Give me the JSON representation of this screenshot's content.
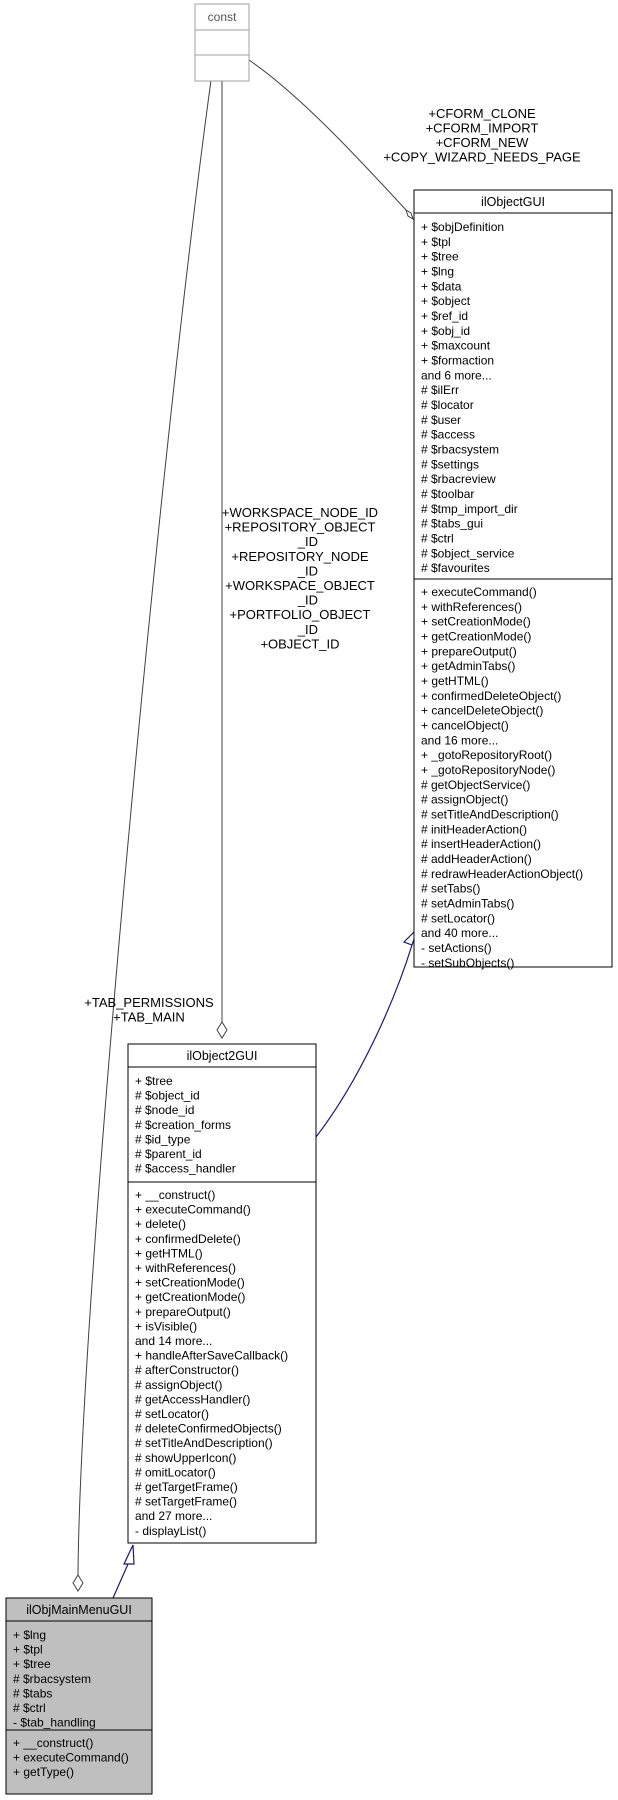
{
  "const_box": {
    "title": "const"
  },
  "classes": {
    "ilObjectGUI": {
      "title": "ilObjectGUI",
      "attributes": [
        "+ $objDefinition",
        "+ $tpl",
        "+ $tree",
        "+ $lng",
        "+ $data",
        "+ $object",
        "+ $ref_id",
        "+ $obj_id",
        "+ $maxcount",
        "+ $formaction",
        "and 6 more...",
        "# $ilErr",
        "# $locator",
        "# $user",
        "# $access",
        "# $rbacsystem",
        "# $settings",
        "# $rbacreview",
        "# $toolbar",
        "# $tmp_import_dir",
        "# $tabs_gui",
        "# $ctrl",
        "# $object_service",
        "# $favourites"
      ],
      "methods": [
        "+ executeCommand()",
        "+ withReferences()",
        "+ setCreationMode()",
        "+ getCreationMode()",
        "+ prepareOutput()",
        "+ getAdminTabs()",
        "+ getHTML()",
        "+ confirmedDeleteObject()",
        "+ cancelDeleteObject()",
        "+ cancelObject()",
        "and 16 more...",
        "+ _gotoRepositoryRoot()",
        "+ _gotoRepositoryNode()",
        "# getObjectService()",
        "# assignObject()",
        "# setTitleAndDescription()",
        "# initHeaderAction()",
        "# insertHeaderAction()",
        "# addHeaderAction()",
        "# redrawHeaderActionObject()",
        "# setTabs()",
        "# setAdminTabs()",
        "# setLocator()",
        "and 40 more...",
        "- setActions()",
        "- setSubObjects()"
      ]
    },
    "ilObject2GUI": {
      "title": "ilObject2GUI",
      "attributes": [
        "+ $tree",
        "# $object_id",
        "# $node_id",
        "# $creation_forms",
        "# $id_type",
        "# $parent_id",
        "# $access_handler"
      ],
      "methods": [
        "+ __construct()",
        "+ executeCommand()",
        "+ delete()",
        "+ confirmedDelete()",
        "+ getHTML()",
        "+ withReferences()",
        "+ setCreationMode()",
        "+ getCreationMode()",
        "+ prepareOutput()",
        "+ isVisible()",
        "and 14 more...",
        "+ handleAfterSaveCallback()",
        "# afterConstructor()",
        "# assignObject()",
        "# getAccessHandler()",
        "# setLocator()",
        "# deleteConfirmedObjects()",
        "# setTitleAndDescription()",
        "# showUpperIcon()",
        "# omitLocator()",
        "# getTargetFrame()",
        "# setTargetFrame()",
        "and 27 more...",
        "- displayList()"
      ]
    },
    "ilObjMainMenuGUI": {
      "title": "ilObjMainMenuGUI",
      "attributes": [
        "+ $lng",
        "+ $tpl",
        "+ $tree",
        "# $rbacsystem",
        "# $tabs",
        "# $ctrl",
        "- $tab_handling"
      ],
      "methods": [
        "+ __construct()",
        "+ executeCommand()",
        "+ getType()"
      ]
    }
  },
  "edge_labels": {
    "const_to_ilObjectGUI": [
      "+CFORM_CLONE",
      "+CFORM_IMPORT",
      "+CFORM_NEW",
      "+COPY_WIZARD_NEEDS_PAGE"
    ],
    "const_to_ilObject2GUI": [
      "+WORKSPACE_NODE_ID",
      "+REPOSITORY_OBJECT",
      "_ID",
      "+REPOSITORY_NODE",
      "_ID",
      "+WORKSPACE_OBJECT",
      "_ID",
      "+PORTFOLIO_OBJECT",
      "_ID",
      "+OBJECT_ID"
    ],
    "const_to_ilObjMainMenuGUI": [
      "+TAB_PERMISSIONS",
      "+TAB_MAIN"
    ]
  },
  "colors": {
    "inheritance_edge": "#191970",
    "association_edge": "#404040",
    "highlight_fill": "#bfbfbf",
    "const_border": "#a0a0a0"
  }
}
